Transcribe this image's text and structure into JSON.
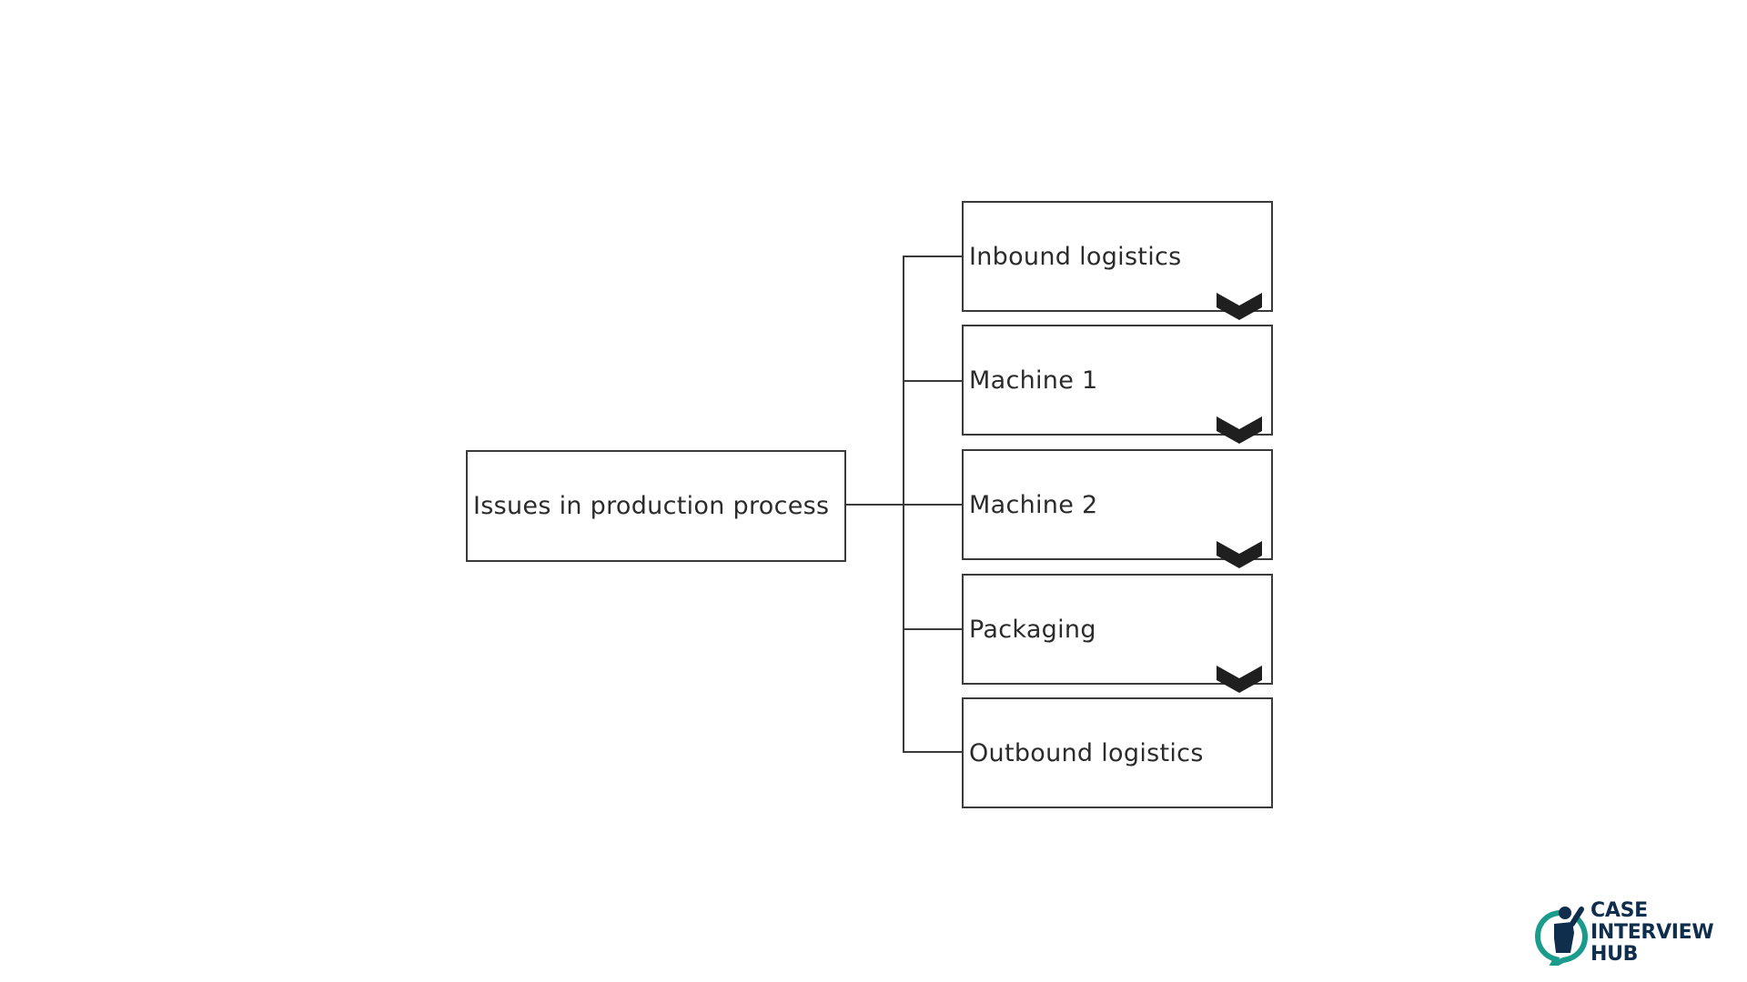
{
  "diagram": {
    "root": {
      "label": "Issues in production process"
    },
    "children": [
      {
        "label": "Inbound logistics",
        "expandable": true
      },
      {
        "label": "Machine 1",
        "expandable": true
      },
      {
        "label": "Machine 2",
        "expandable": true
      },
      {
        "label": "Packaging",
        "expandable": true
      },
      {
        "label": "Outbound logistics",
        "expandable": false
      }
    ],
    "chevron_icon": "chevron-down-icon"
  },
  "logo": {
    "line1": "CASE",
    "line2": "INTERVIEW",
    "line3": "HUB",
    "colors": {
      "navy": "#0f2d4d",
      "teal": "#1a9b8c"
    }
  },
  "colors": {
    "line": "#3a3a3a",
    "text": "#2b2b2b",
    "chevron": "#1f1f1f",
    "background": "#ffffff"
  }
}
